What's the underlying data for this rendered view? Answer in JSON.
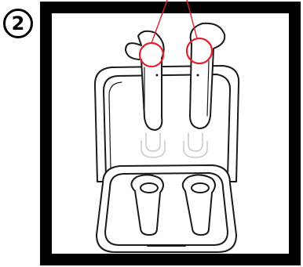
{
  "step": {
    "number": "2"
  },
  "colors": {
    "frame": "#000000",
    "highlight": "#e0202c",
    "line": "#1a1a1a"
  },
  "illustration": {
    "subject": "earbuds-removal-from-charging-case",
    "highlighted_parts": [
      "left-earbud-top",
      "right-earbud-top"
    ]
  }
}
